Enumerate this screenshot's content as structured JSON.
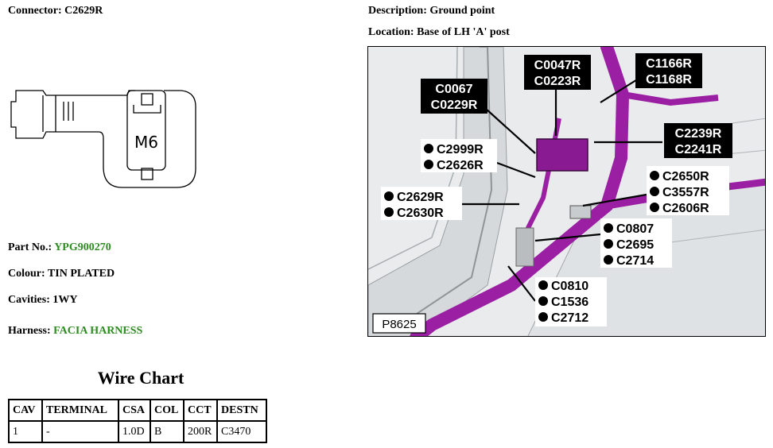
{
  "connector": {
    "label": "Connector:",
    "value": "C2629R"
  },
  "description": {
    "label": "Description:",
    "value": "Ground point"
  },
  "location": {
    "label": "Location:",
    "value": "Base of LH 'A' post"
  },
  "drawing": {
    "marking": "M6"
  },
  "part_no": {
    "label": "Part No.:",
    "value": "YPG900270"
  },
  "colour": {
    "label": "Colour:",
    "value": "TIN PLATED"
  },
  "cavities": {
    "label": "Cavities:",
    "value": "1WY"
  },
  "harness": {
    "label": "Harness:",
    "value": "FACIA HARNESS"
  },
  "photo": {
    "ref": "P8625",
    "callouts": {
      "c0067": [
        "C0067",
        "C0229R"
      ],
      "c0047": [
        "C0047R",
        "C0223R"
      ],
      "c1166": [
        "C1166R",
        "C1168R"
      ],
      "c2239": [
        "C2239R",
        "C2241R"
      ],
      "c2999": [
        "C2999R",
        "C2626R"
      ],
      "c2650": [
        "C2650R",
        "C3557R",
        "C2606R"
      ],
      "c2629": [
        "C2629R",
        "C2630R"
      ],
      "c0807": [
        "C0807",
        "C2695",
        "C2714"
      ],
      "c0810": [
        "C0810",
        "C1536",
        "C2712"
      ]
    },
    "colors": {
      "harness": "#9b1fa3",
      "callout_bg": "#000000",
      "callout_text": "#ffffff"
    }
  },
  "wire_chart": {
    "title": "Wire Chart",
    "headers": [
      "CAV",
      "TERMINAL",
      "CSA",
      "COL",
      "CCT",
      "DESTN"
    ],
    "rows": [
      [
        "1",
        "-",
        "1.0D",
        "B",
        "200R",
        "C3470"
      ]
    ]
  },
  "accent_color": "#2e8b22"
}
